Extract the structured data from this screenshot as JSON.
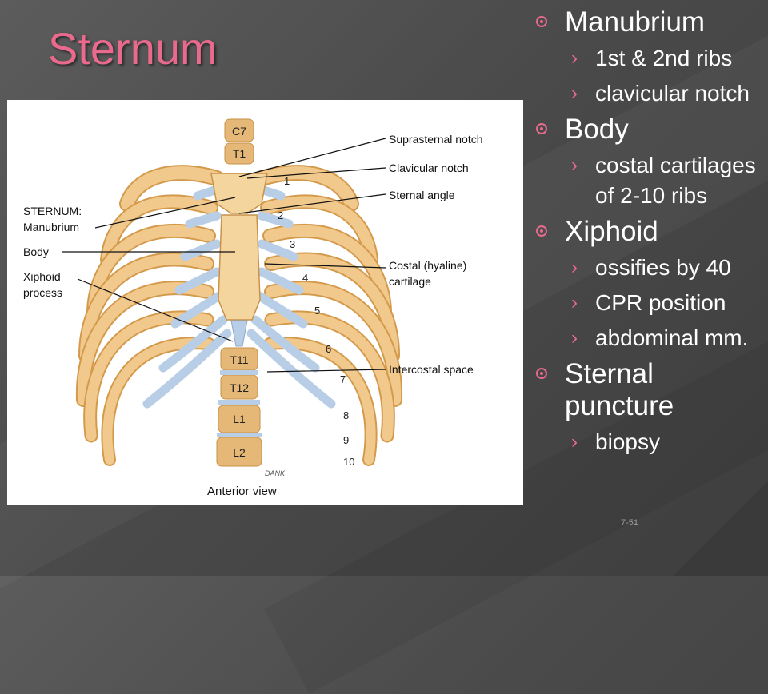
{
  "slide": {
    "title": "Sternum",
    "footnote": "7-51"
  },
  "figure": {
    "vertebrae": [
      "C7",
      "T1",
      "T11",
      "T12",
      "L1",
      "L2"
    ],
    "rib_numbers": [
      "1",
      "2",
      "3",
      "4",
      "5",
      "6",
      "7",
      "8",
      "9",
      "10"
    ],
    "labels": {
      "suprasternal_notch": "Suprasternal notch",
      "clavicular_notch": "Clavicular notch",
      "sternal_angle": "Sternal angle",
      "sternum": "STERNUM:",
      "manubrium": "Manubrium",
      "body": "Body",
      "xiphoid_1": "Xiphoid",
      "xiphoid_2": "process",
      "costal_1": "Costal (hyaline)",
      "costal_2": "cartilage",
      "intercostal": "Intercostal space",
      "view": "Anterior view",
      "signature": "DANK"
    },
    "colors": {
      "bone": "#f2c98c",
      "bone_edge": "#d49a4c",
      "cartilage": "#b8cde6",
      "vertebra": "#e6b877"
    }
  },
  "bullets": [
    {
      "text": "Manubrium",
      "sub": [
        "1st & 2nd ribs",
        "clavicular notch"
      ]
    },
    {
      "text": "Body",
      "sub": [
        "costal cartilages of 2-10 ribs"
      ]
    },
    {
      "text": "Xiphoid",
      "sub": [
        "ossifies by 40",
        "CPR position",
        "abdominal mm."
      ]
    },
    {
      "text": "Sternal puncture",
      "sub": [
        "biopsy"
      ]
    }
  ],
  "icons": {
    "bullet": "target-bullet-icon",
    "sub_bullet": "chevron-right-icon"
  }
}
